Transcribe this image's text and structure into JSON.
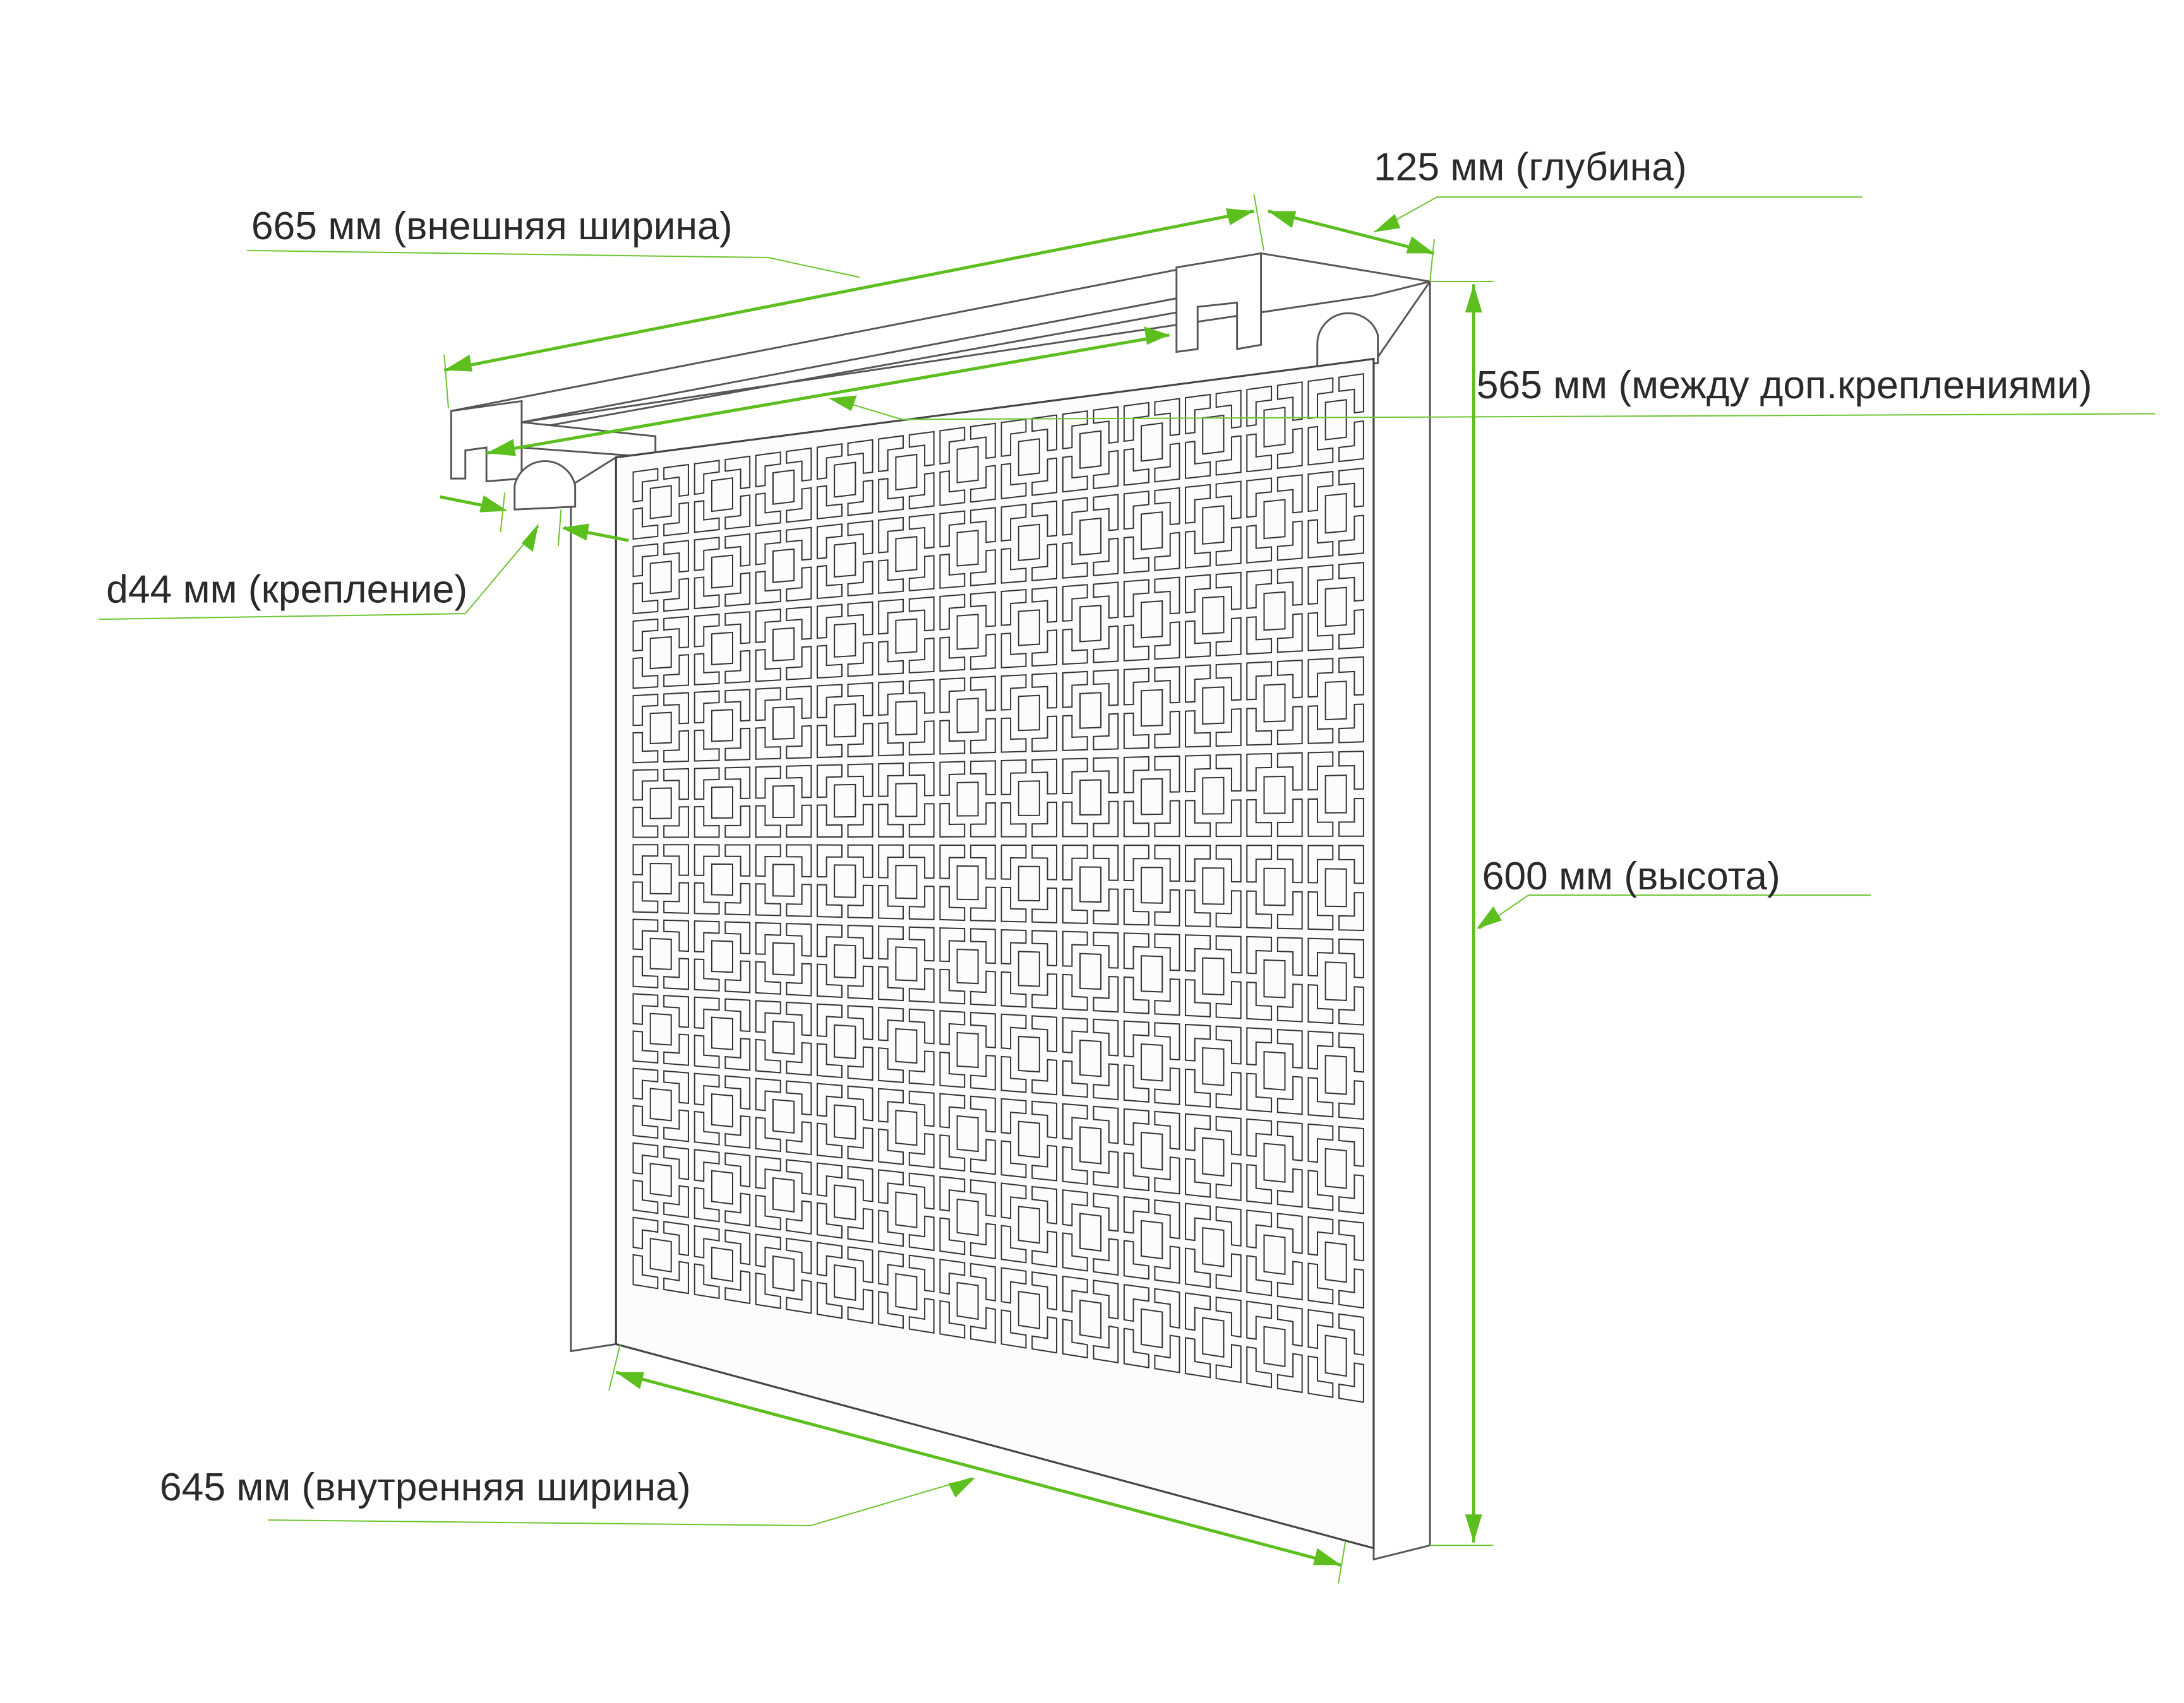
{
  "labels": {
    "outer_width": "665 мм (внешняя ширина)",
    "depth": "125 мм (глубина)",
    "between_mounts": "565 мм (между доп.креплениями)",
    "mount_diameter": "d44 мм (крепление)",
    "height": "600 мм (высота)",
    "inner_width": "645 мм (внутренняя ширина)"
  },
  "colors": {
    "dimension": "#5cbf1e",
    "outline": "#444444"
  },
  "pattern": {
    "columns": 12,
    "rows": 11
  }
}
